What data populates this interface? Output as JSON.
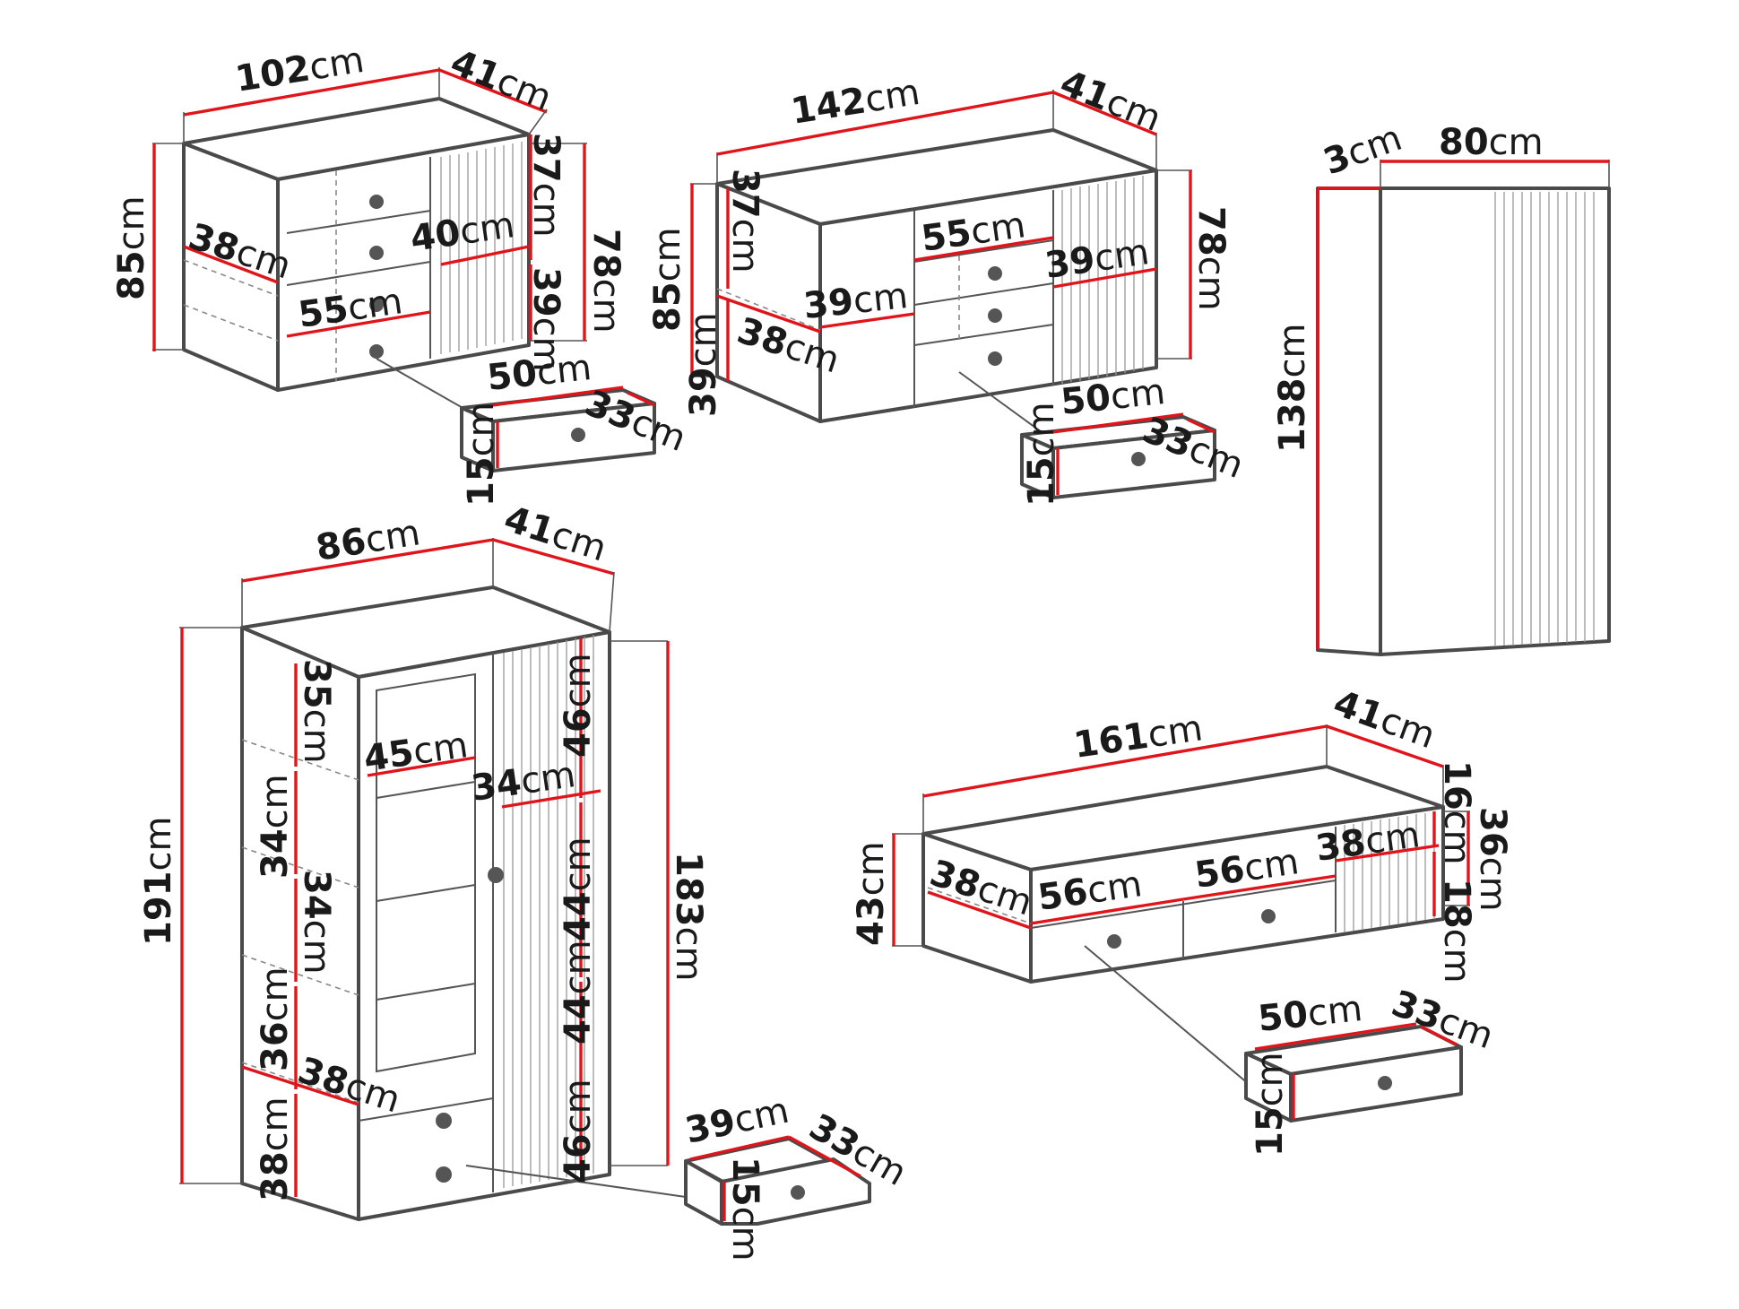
{
  "unit": "cm",
  "colors": {
    "dimension_line": "#e0151b",
    "outline": "#4a4a4a",
    "background": "#ffffff"
  },
  "dresser": {
    "width": "102",
    "depth": "41",
    "height": "85",
    "height_inner": "78",
    "shelf_depth": "38",
    "drawer_width": "55",
    "door_width": "40",
    "top_section": "37",
    "mid_section": "39",
    "drawer": {
      "width": "50",
      "depth": "33",
      "height": "15"
    }
  },
  "sideboard": {
    "width": "142",
    "depth": "41",
    "height": "85",
    "height_inner": "78",
    "top_section": "37",
    "bottom_section": "39",
    "compartment_width": "39",
    "shelf_depth": "38",
    "drawer_width": "55",
    "door_width": "39",
    "drawer": {
      "width": "50",
      "depth": "33",
      "height": "15"
    }
  },
  "mirror": {
    "width": "80",
    "depth": "3",
    "height": "138"
  },
  "display_cabinet": {
    "width": "86",
    "depth": "41",
    "height": "191",
    "height_inner": "183",
    "glass_width": "45",
    "door_width": "34",
    "left_sections": [
      "35",
      "34",
      "34",
      "36",
      "38"
    ],
    "right_sections": [
      "46",
      "44",
      "44",
      "46"
    ],
    "shelf_depth": "38",
    "drawer": {
      "width": "39",
      "depth": "33",
      "height": "15"
    }
  },
  "tv_stand": {
    "width": "161",
    "depth": "41",
    "height": "43",
    "height_inner": "36",
    "top_gap": "16",
    "bottom_gap": "18",
    "shelf_depth": "38",
    "drawer_width_left": "56",
    "drawer_width_right": "56",
    "door_width": "38",
    "drawer": {
      "width": "50",
      "depth": "33",
      "height": "15"
    }
  }
}
